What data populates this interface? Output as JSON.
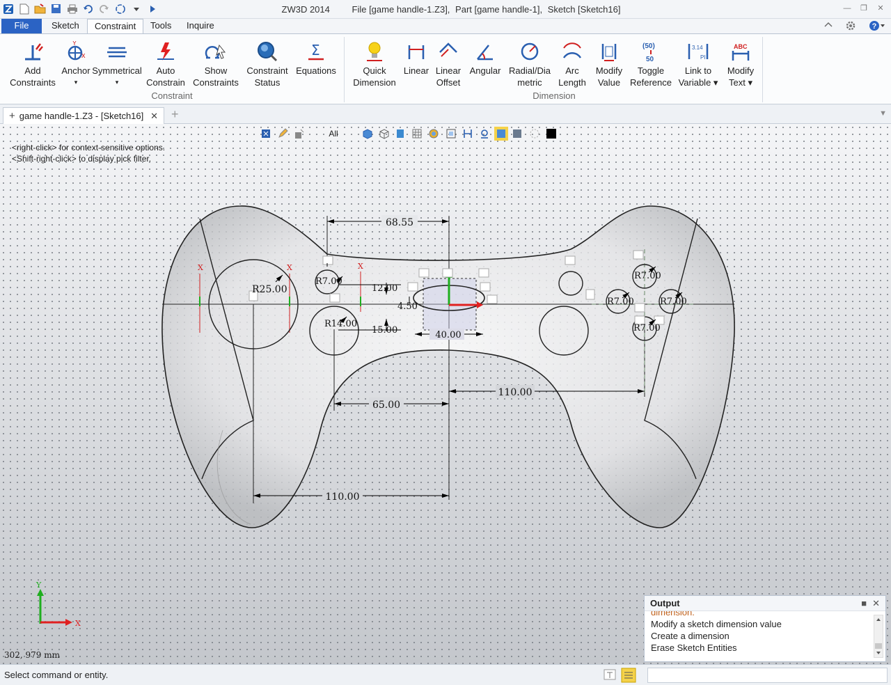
{
  "titlebar": {
    "app": "ZW3D 2014",
    "file": "File [game handle-1.Z3],",
    "part": "Part [game handle-1],",
    "sketch": "Sketch [Sketch16]"
  },
  "tabs": [
    {
      "label": "File"
    },
    {
      "label": "Sketch"
    },
    {
      "label": "Constraint"
    },
    {
      "label": "Tools"
    },
    {
      "label": "Inquire"
    }
  ],
  "ribbon": {
    "constraint_group": "Constraint",
    "dimension_group": "Dimension",
    "buttons": [
      {
        "line1": "Add",
        "line2": "Constraints",
        "icon": "add-constraints-icon"
      },
      {
        "line1": "Anchor",
        "line2": "▾",
        "icon": "anchor-icon"
      },
      {
        "line1": "Symmetrical",
        "line2": "▾",
        "icon": "symmetrical-icon"
      },
      {
        "line1": "Auto",
        "line2": "Constrain",
        "icon": "auto-constrain-icon"
      },
      {
        "line1": "Show",
        "line2": "Constraints",
        "icon": "show-constraints-icon"
      },
      {
        "line1": "Constraint",
        "line2": "Status",
        "icon": "constraint-status-icon"
      },
      {
        "line1": "Equations",
        "line2": "",
        "icon": "equations-icon"
      },
      {
        "line1": "Quick",
        "line2": "Dimension",
        "icon": "quick-dimension-icon"
      },
      {
        "line1": "Linear",
        "line2": "",
        "icon": "linear-dimension-icon"
      },
      {
        "line1": "Linear",
        "line2": "Offset",
        "icon": "linear-offset-icon"
      },
      {
        "line1": "Angular",
        "line2": "",
        "icon": "angular-dimension-icon"
      },
      {
        "line1": "Radial/Dia",
        "line2": "metric",
        "icon": "radial-dimension-icon"
      },
      {
        "line1": "Arc",
        "line2": "Length",
        "icon": "arc-length-icon"
      },
      {
        "line1": "Modify",
        "line2": "Value",
        "icon": "modify-value-icon"
      },
      {
        "line1": "Toggle",
        "line2": "Reference",
        "icon": "toggle-reference-icon"
      },
      {
        "line1": "Link to",
        "line2": "Variable ▾",
        "icon": "link-variable-icon"
      },
      {
        "line1": "Modify",
        "line2": "Text ▾",
        "icon": "modify-text-icon"
      }
    ]
  },
  "doc_tab": {
    "label": "game handle-1.Z3 - [Sketch16]"
  },
  "view_filter": "All",
  "hints": [
    "<right-click> for context-sensitive options.",
    "<Shift-right-click> to display pick filter."
  ],
  "dimensions": {
    "top_width": "68.55",
    "r25": "R25.00",
    "r7_left": "R7.00",
    "r14": "R14.00",
    "d12": "12.00",
    "d4": "4.50",
    "d15": "15.00",
    "d40": "40.00",
    "d65": "65.00",
    "d110_right": "110.00",
    "d110_bottom": "110.00",
    "r7_top": "R7.00",
    "r7_left_btn": "R7.00",
    "r7_right_btn": "R7.00",
    "r7_bottom_btn": "R7.00"
  },
  "axes": {
    "x": "X",
    "y": "Y"
  },
  "coords": "302, 979  mm",
  "output": {
    "title": "Output",
    "lines": [
      {
        "text": "dimension.",
        "warn": true
      },
      {
        "text": "Modify a sketch dimension value",
        "warn": false
      },
      {
        "text": "Create a dimension",
        "warn": false
      },
      {
        "text": "Erase Sketch Entities",
        "warn": false
      }
    ]
  },
  "status": "Select command or entity.",
  "colors": {
    "accent": "#2b63c4",
    "axis_x": "#e02020",
    "axis_y": "#1fae1f",
    "warn": "#c0601a"
  }
}
